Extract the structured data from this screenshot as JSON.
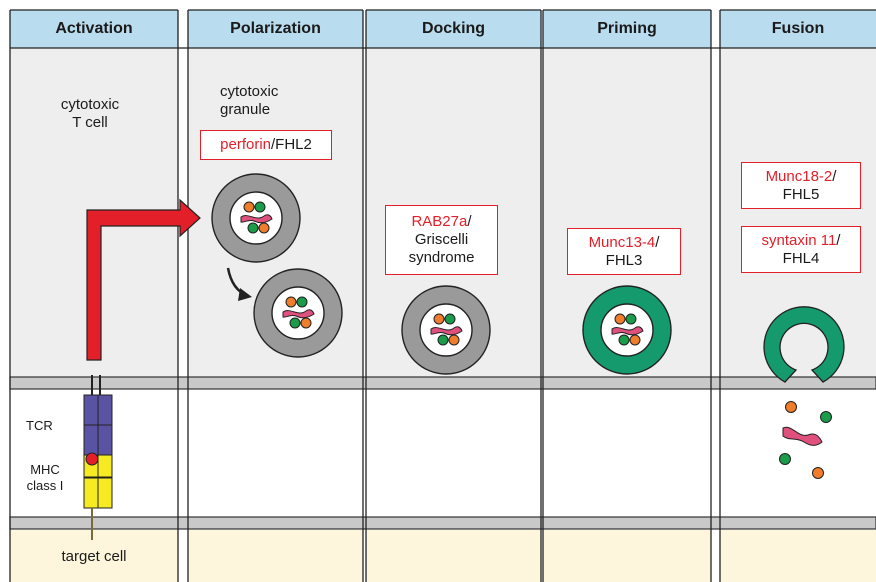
{
  "panels": [
    {
      "title": "Activation"
    },
    {
      "title": "Polarization"
    },
    {
      "title": "Docking"
    },
    {
      "title": "Priming"
    },
    {
      "title": "Fusion"
    }
  ],
  "labels": {
    "cytotoxic_t_cell": [
      "cytotoxic",
      "T cell"
    ],
    "cytotoxic_granule": [
      "cytotoxic",
      "granule"
    ],
    "tcr": "TCR",
    "mhc": [
      "MHC",
      "class I"
    ],
    "target_cell": "target cell"
  },
  "boxes": {
    "perforin": {
      "gene": "perforin",
      "slash": "/",
      "disease": "FHL2"
    },
    "rab27a": {
      "gene": "RAB27a",
      "slash": "/",
      "disease_line1": "Griscelli",
      "disease_line2": "syndrome"
    },
    "munc13": {
      "gene": "Munc13-4",
      "slash": "/",
      "disease": "FHL3"
    },
    "munc18": {
      "gene": "Munc18-2",
      "slash": "/",
      "disease": "FHL5"
    },
    "syntaxin": {
      "gene": "syntaxin 11",
      "slash": "/",
      "disease": "FHL4"
    }
  },
  "colors": {
    "header": "#b9dcef",
    "cell_cytoplasm": "#eeeeee",
    "target_cytoplasm": "#fdf6dc",
    "gene_red": "#e3202a",
    "tcr_purple": "#5a52a3",
    "mhc_yellow": "#f6ea22",
    "granule_gray": "#9a9a9a",
    "priming_green": "#159a6e",
    "orange_dot": "#ef7d2c",
    "green_dot": "#1a9c4a",
    "perforin_pink": "#e0507c"
  },
  "icons": [
    "red-arrow-icon",
    "curved-arrow-icon",
    "granule-icon"
  ]
}
